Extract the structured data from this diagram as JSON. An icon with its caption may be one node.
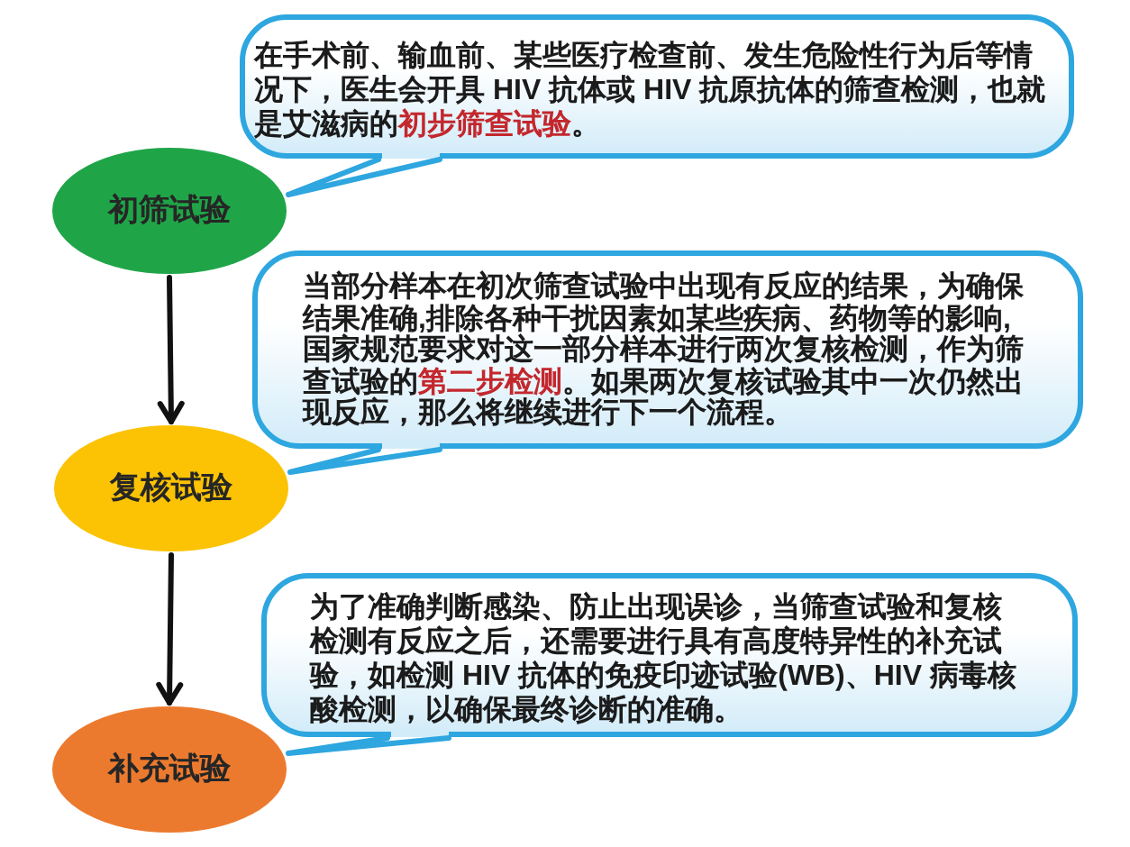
{
  "diagram": {
    "nodes": [
      {
        "text": [
          "在手术前、输血前、某些医疗检查前、发生危险性行为后等情况下，医生会开具 HIV 抗体或 HIV 抗原抗体的筛查检测，也就是艾滋病的**初步筛查试验**。"
        ]
      },
      {
        "text": [
          "初筛试验"
        ]
      },
      {
        "text": [
          "当部分样本在初次筛查试验中出现有反应的结果，为确保结果准确,排除各种干扰因素如某些疾病、药物等的影响,国家规范要求对这一部分样本进行两次复核检测，作为筛查试验的**第二步检测**。如果两次复核试验其中一次仍然出现反应，那么将继续进行下一个流程。"
        ]
      },
      {
        "text": [
          "复核试验"
        ]
      },
      {
        "text": [
          "为了准确判断感染、防止出现误诊，当筛查试验和复核检测有反应之后，还需要进行具有高度特异性的补充试验，如检测 HIV 抗体的免疫印迹试验(WB)、HIV 病毒核酸检测，以确保最终诊断的准确。"
        ]
      },
      {
        "text": [
          "补充试验"
        ]
      }
    ],
    "edges": [
      {
        "from": 1,
        "to": 3,
        "arrow": "to",
        "color": "#111111"
      },
      {
        "from": 3,
        "to": 5,
        "arrow": "to",
        "color": "#111111"
      },
      {
        "from": 0,
        "to": 1,
        "arrow": "none"
      },
      {
        "from": 2,
        "to": 3,
        "arrow": "none"
      },
      {
        "from": 4,
        "to": 5,
        "arrow": "none"
      }
    ]
  }
}
